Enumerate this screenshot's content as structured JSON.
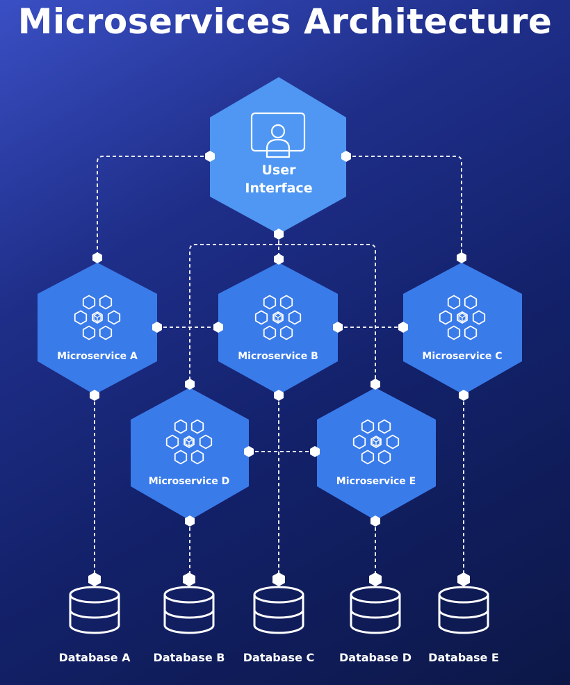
{
  "title": "Microservices Architecture",
  "user_interface": {
    "label_line1": "User",
    "label_line2": "Interface",
    "icon": "user-screen-icon"
  },
  "microservices": [
    {
      "id": "A",
      "label": "Microservice A",
      "icon": "hexagon-cluster-icon"
    },
    {
      "id": "B",
      "label": "Microservice B",
      "icon": "hexagon-cluster-icon"
    },
    {
      "id": "C",
      "label": "Microservice C",
      "icon": "hexagon-cluster-icon"
    },
    {
      "id": "D",
      "label": "Microservice D",
      "icon": "hexagon-cluster-icon"
    },
    {
      "id": "E",
      "label": "Microservice E",
      "icon": "hexagon-cluster-icon"
    }
  ],
  "databases": [
    {
      "id": "A",
      "label": "Database A",
      "icon": "database-icon"
    },
    {
      "id": "B",
      "label": "Database B",
      "icon": "database-icon"
    },
    {
      "id": "C",
      "label": "Database C",
      "icon": "database-icon"
    },
    {
      "id": "D",
      "label": "Database D",
      "icon": "database-icon"
    },
    {
      "id": "E",
      "label": "Database E",
      "icon": "database-icon"
    }
  ],
  "colors": {
    "background_top": "#3a4fc4",
    "background_bottom": "#0c1747",
    "ui_hex": "#4f97f3",
    "microservice_hex": "#3a7bea",
    "connector": "#ffffff"
  }
}
